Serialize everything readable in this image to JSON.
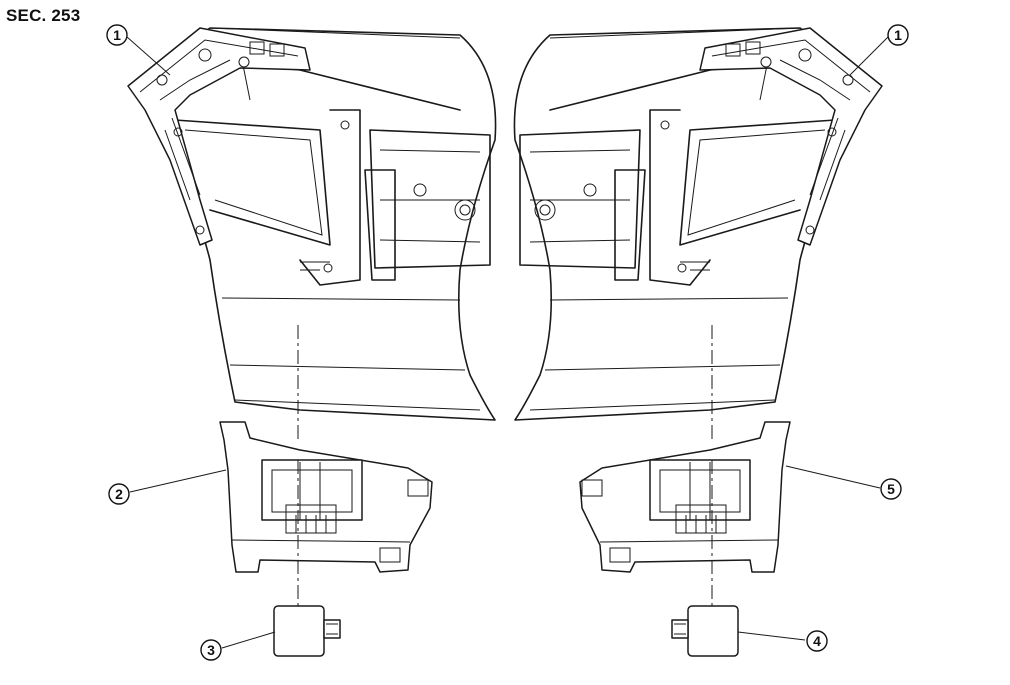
{
  "section_label": "SEC. 253",
  "callouts": {
    "left_bracket": "1",
    "right_bracket": "1",
    "left_lower_bracket": "2",
    "left_sensor": "3",
    "right_sensor": "4",
    "right_lower_bracket": "5"
  }
}
